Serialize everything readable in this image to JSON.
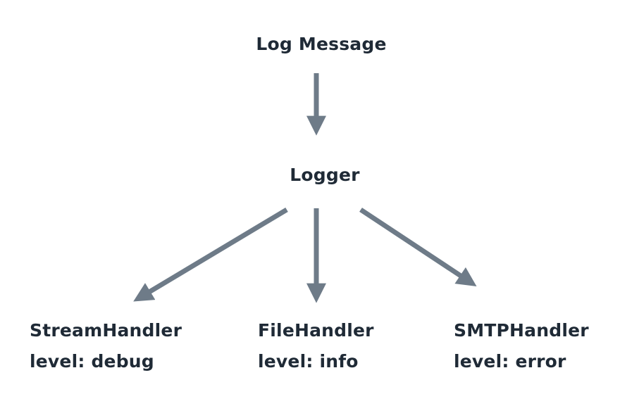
{
  "diagram": {
    "source": {
      "label": "Log Message"
    },
    "logger": {
      "label": "Logger"
    },
    "handlers": [
      {
        "name": "StreamHandler",
        "level": "level: debug"
      },
      {
        "name": "FileHandler",
        "level": "level: info"
      },
      {
        "name": "SMTPHandler",
        "level": "level: error"
      }
    ],
    "colors": {
      "text": "#1f2a36",
      "arrow": "#6e7b88"
    }
  }
}
